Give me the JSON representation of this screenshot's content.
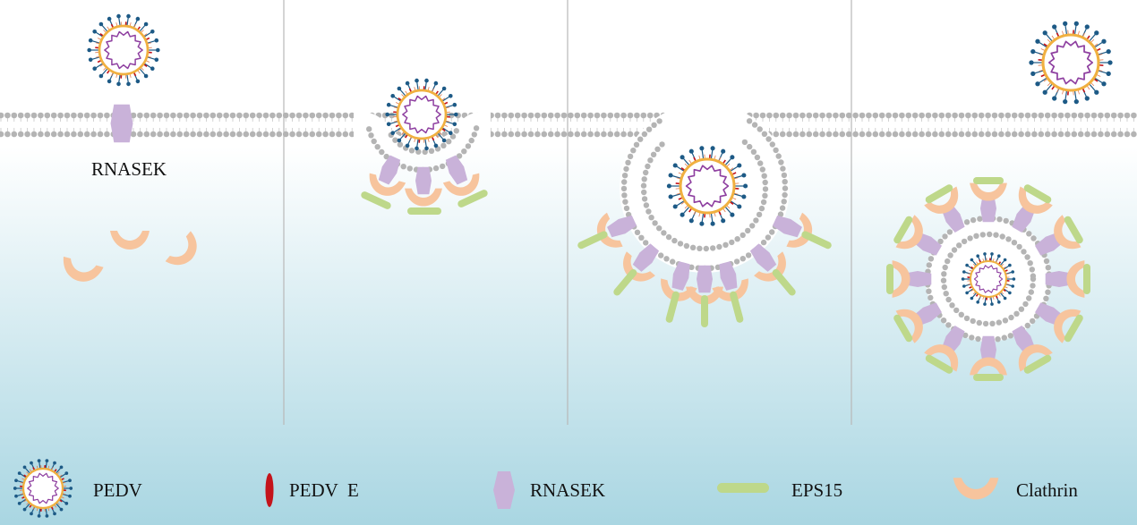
{
  "panel1": {
    "receptor_label": "RNASEK"
  },
  "legend": [
    {
      "key": "pedv",
      "label": "PEDV"
    },
    {
      "key": "pedv-e",
      "label": "PEDV  E"
    },
    {
      "key": "rnasek",
      "label": "RNASEK"
    },
    {
      "key": "eps15",
      "label": "EPS15"
    },
    {
      "key": "clathrin",
      "label": "Clathrin"
    }
  ],
  "colors": {
    "cytoplasm_top": "#ffffff",
    "cytoplasm_bottom": "#a9d6e2",
    "lipid_head": "#b4b4b4",
    "lipid_tail": "#c8c8c8",
    "virus_envelope": "#f0b040",
    "virus_genome": "#8e3fa0",
    "spike": "#1d5a86",
    "pedv_e": "#c4141b",
    "rnasek": "#c9b2d9",
    "eps15": "#bed88a",
    "clathrin": "#f7c49d",
    "divider": "#b8b8b8"
  }
}
